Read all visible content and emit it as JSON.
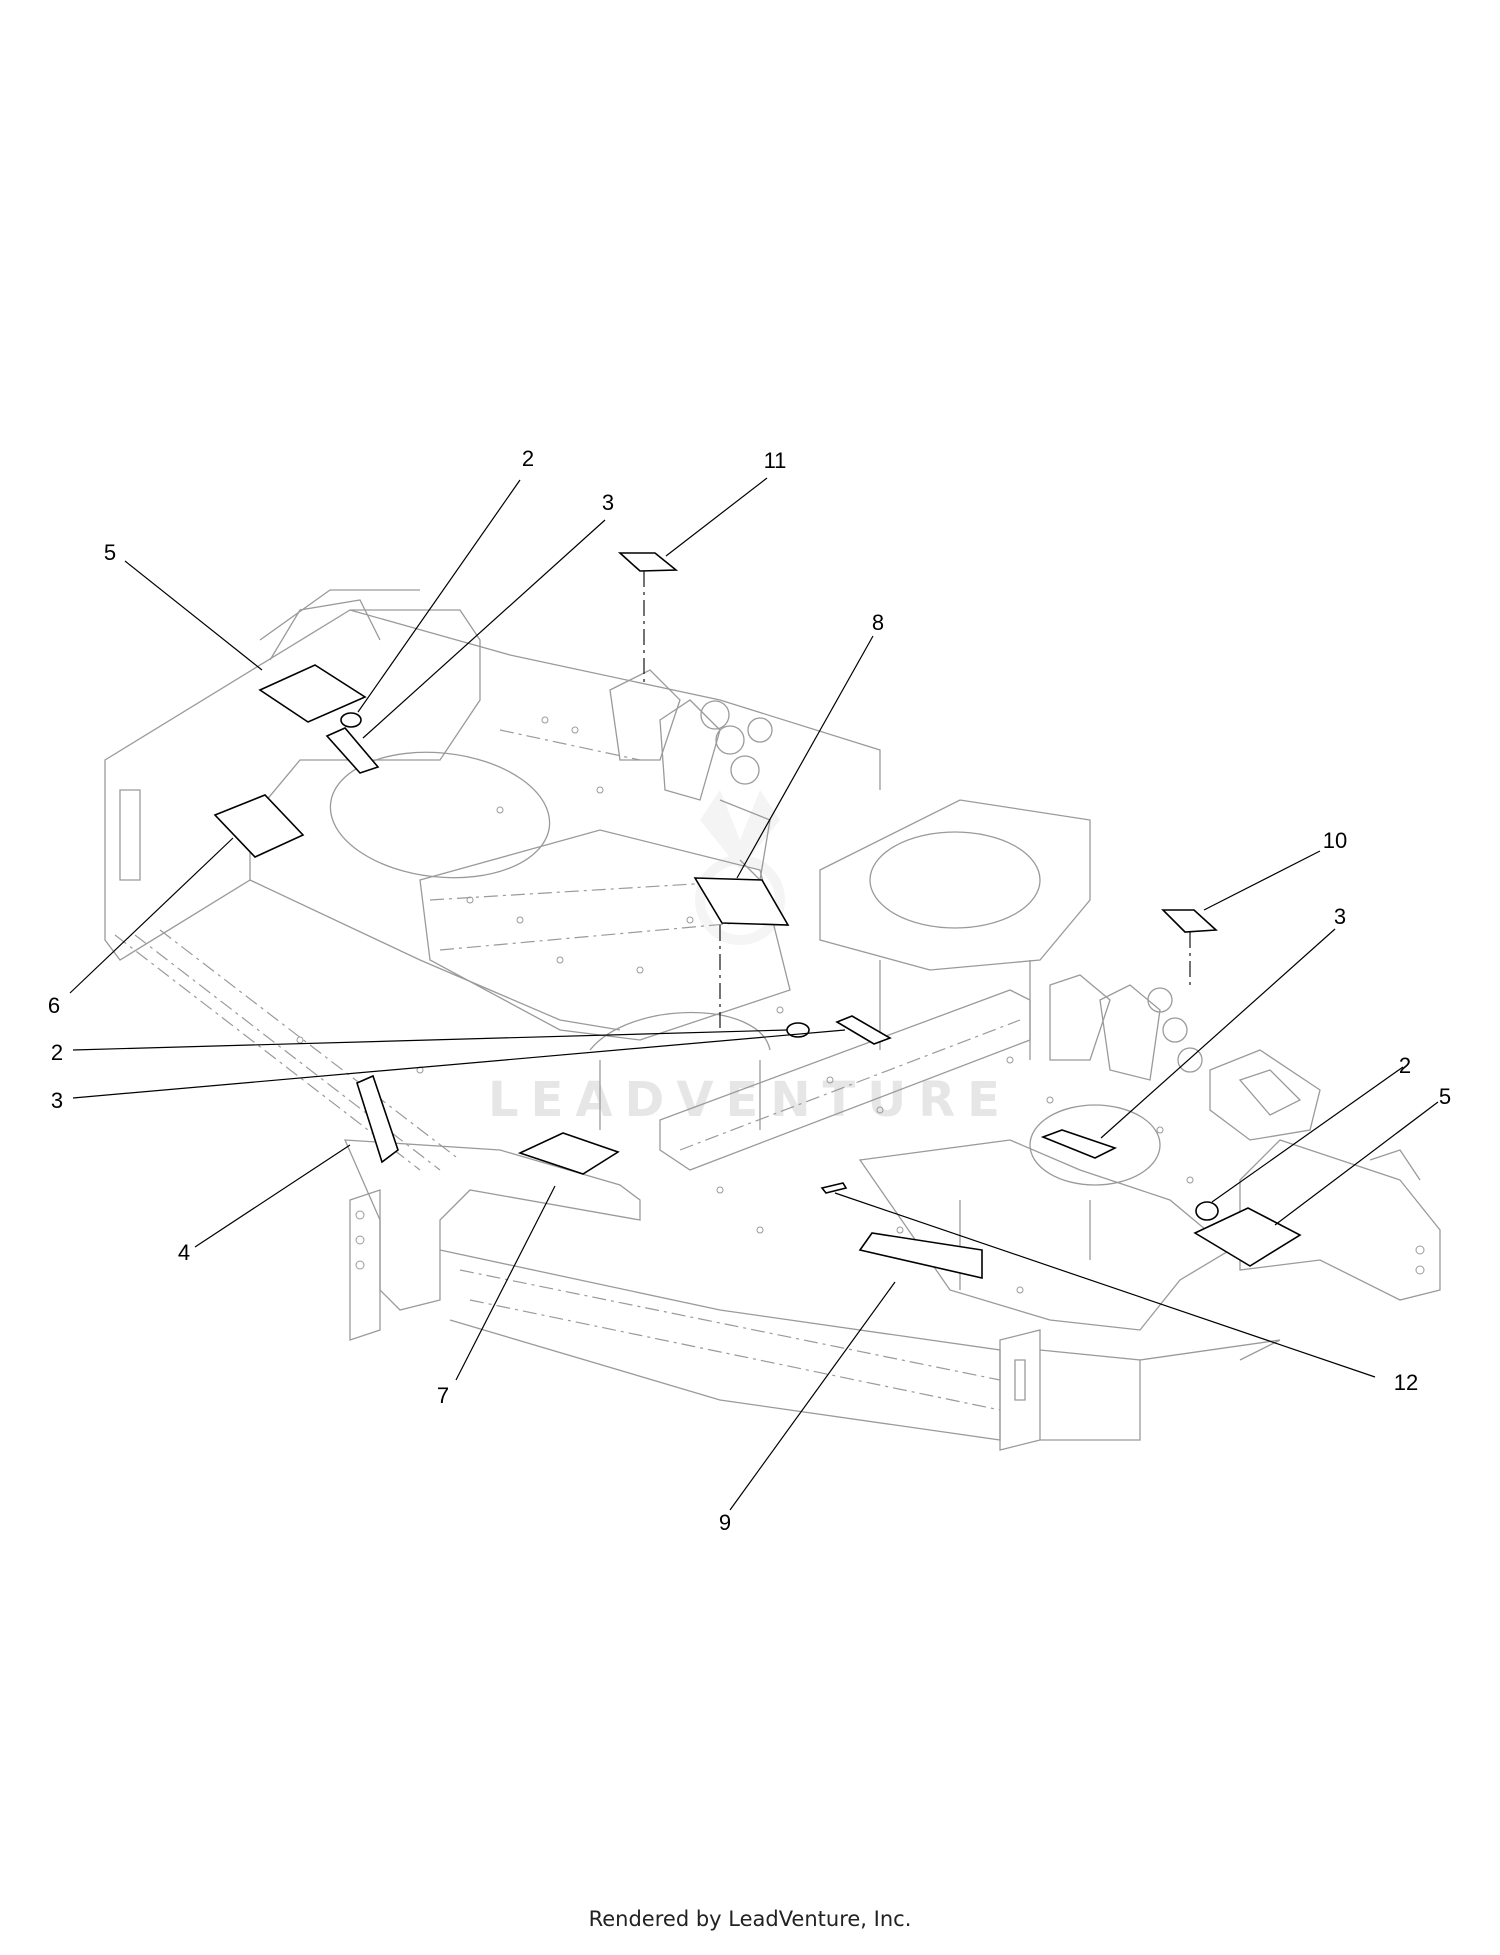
{
  "watermark": "LEADVENTURE",
  "callouts": [
    {
      "key": "c2a",
      "label": "2"
    },
    {
      "key": "c11",
      "label": "11"
    },
    {
      "key": "c3a",
      "label": "3"
    },
    {
      "key": "c5a",
      "label": "5"
    },
    {
      "key": "c8",
      "label": "8"
    },
    {
      "key": "c10",
      "label": "10"
    },
    {
      "key": "c3b",
      "label": "3"
    },
    {
      "key": "c6",
      "label": "6"
    },
    {
      "key": "c2b",
      "label": "2"
    },
    {
      "key": "c3c",
      "label": "3"
    },
    {
      "key": "c2c",
      "label": "2"
    },
    {
      "key": "c5b",
      "label": "5"
    },
    {
      "key": "c4",
      "label": "4"
    },
    {
      "key": "c7",
      "label": "7"
    },
    {
      "key": "c12",
      "label": "12"
    },
    {
      "key": "c9",
      "label": "9"
    }
  ],
  "footer": "Rendered by LeadVenture, Inc."
}
